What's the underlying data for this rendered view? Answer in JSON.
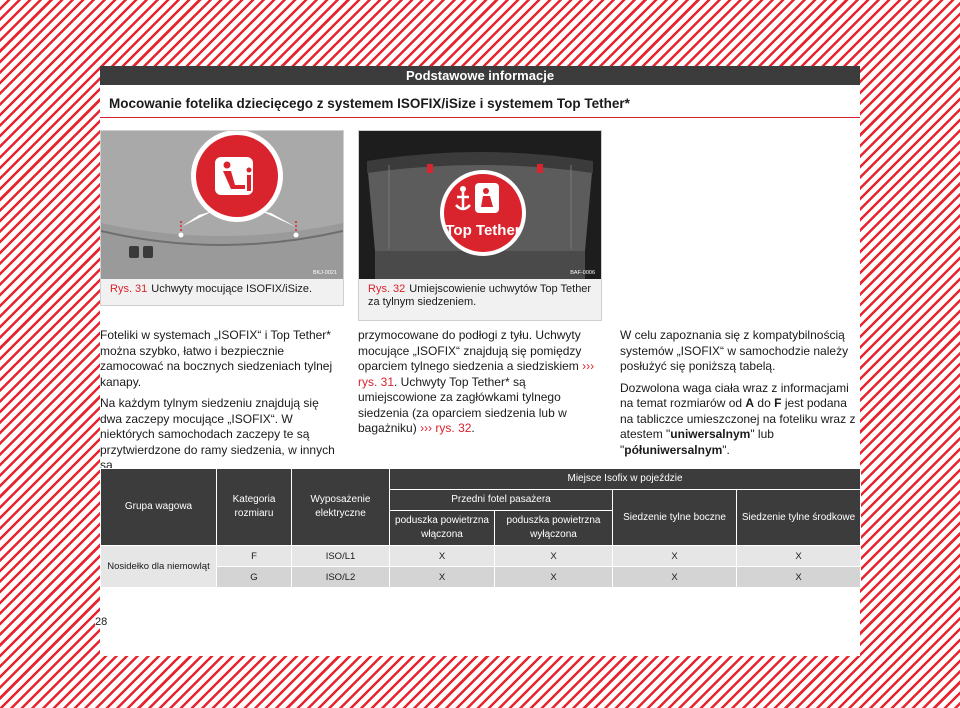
{
  "header": {
    "title": "Podstawowe informacje"
  },
  "section": {
    "title": "Mocowanie fotelika dziecięcego z systemem ISOFIX/iSize i systemem Top Tether*"
  },
  "figures": [
    {
      "code": "BKJ-0021",
      "label": "Rys. 31",
      "caption": "Uchwyty mocujące ISOFIX/iSize."
    },
    {
      "code": "BAF-0006",
      "label": "Rys. 32",
      "caption": "Umiejscowienie uchwytów Top Tether za tylnym siedzeniem.",
      "badge_text": "Top Tether"
    }
  ],
  "text": {
    "p1": "Foteliki w systemach „ISOFIX“ i Top Tether* można szybko, łatwo i bezpiecznie zamocować na bocznych siedzeniach tylnej kanapy.",
    "p2": "Na każdym tylnym siedzeniu znajdują się dwa zaczepy mocujące „ISOFIX“. W niektórych samochodach zaczepy te są przytwierdzone do ramy siedzenia, w innych są",
    "p3a": "przymocowane do podłogi z tyłu. Uchwyty mocujące „ISOFIX“ znajdują się pomiędzy oparciem tylnego siedzenia a siedziskiem",
    "arrow": "›››",
    "ref1": "rys. 31",
    "p3b": ". Uchwyty Top Tether* są umiejscowione za zagłówkami tylnego siedzenia (za oparciem siedzenia lub w bagażniku)",
    "ref2": "rys. 32",
    "p3c": ".",
    "p4": "W celu zapoznania się z kompatybilnością systemów „ISOFIX“ w samochodzie należy posłużyć się poniższą tabelą.",
    "p5a": "Dozwolona waga ciała wraz z informacjami na temat rozmiarów od",
    "p5_A": "A",
    "p5b": "do",
    "p5_F": "F",
    "p5c": "jest podana na tabliczce umieszczonej na foteliku wraz z atestem \"",
    "p5_uni": "uniwersalnym",
    "p5d": "\" lub \"",
    "p5_semi": "półuniwersalnym",
    "p5e": "\"."
  },
  "table": {
    "h_group": "Grupa wagowa",
    "h_size": "Kategoria rozmiaru",
    "h_equip": "Wyposażenie elektryczne",
    "h_isofix": "Miejsce Isofix w pojeździe",
    "h_front": "Przedni fotel pasażera",
    "h_rear_side": "Siedzenie tylne boczne",
    "h_rear_center": "Siedzenie tylne środkowe",
    "h_airbag_on": "poduszka powietrzna włączona",
    "h_airbag_off": "poduszka powietrzna wyłączona",
    "group": "Nosidełko dla niemowląt",
    "rows": [
      {
        "size": "F",
        "equip": "ISO/L1",
        "c1": "X",
        "c2": "X",
        "c3": "X",
        "c4": "X"
      },
      {
        "size": "G",
        "equip": "ISO/L2",
        "c1": "X",
        "c2": "X",
        "c3": "X",
        "c4": "X"
      }
    ]
  },
  "page_number": "28",
  "colors": {
    "accent": "#d9232d",
    "header": "#3c3c3c"
  }
}
